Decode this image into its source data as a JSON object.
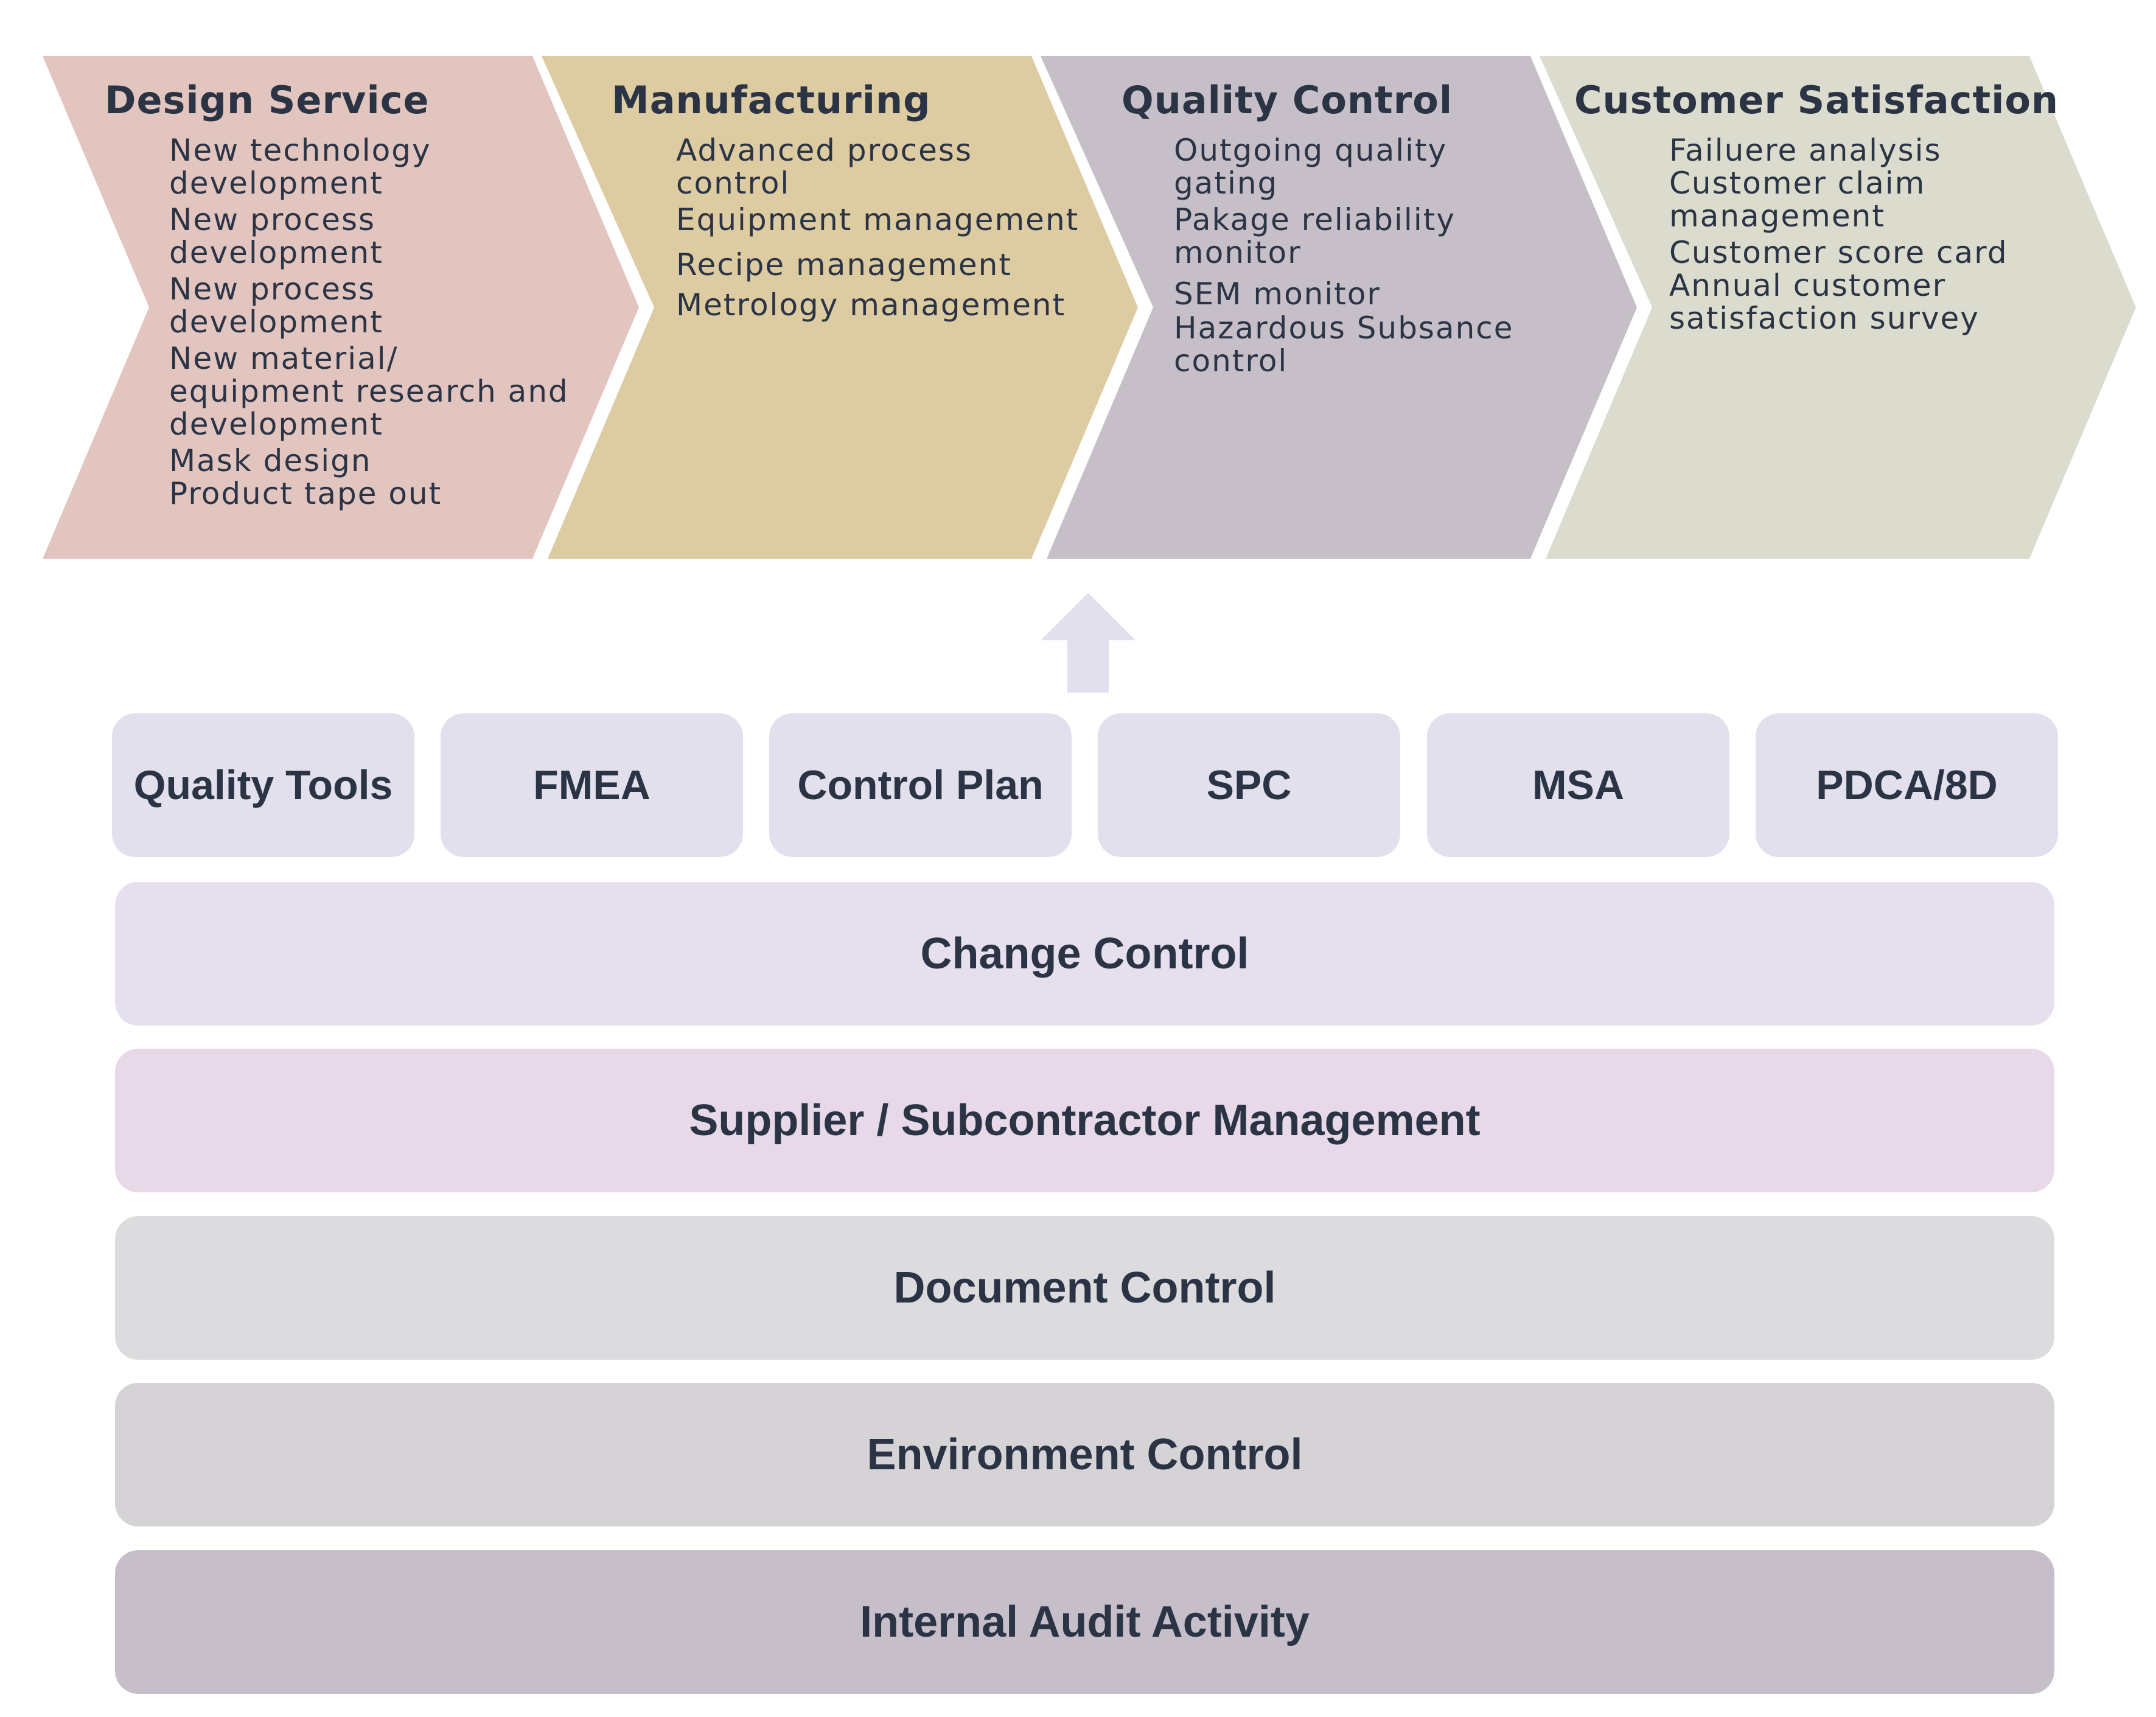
{
  "stages": [
    {
      "title": "Design Service",
      "color": "#e3c5c0",
      "items": [
        "New technology\ndevelopment",
        "New process\ndevelopment",
        "New process\ndevelopment",
        "New material/\nequipment research and\ndevelopment",
        "Mask design",
        "Product tape out"
      ]
    },
    {
      "title": "Manufacturing",
      "color": "#ddcba2",
      "items": [
        "Advanced process\ncontrol",
        "Equipment management",
        "Recipe management",
        "Metrology management"
      ]
    },
    {
      "title": "Quality Control",
      "color": "#c6bfc8",
      "items": [
        "Outgoing quality\ngating",
        "Pakage reliability\nmonitor",
        "SEM monitor",
        "Hazardous Subsance\ncontrol"
      ]
    },
    {
      "title": "Customer Satisfaction",
      "color": "#dbdccd",
      "items": [
        "Failuere analysis",
        "Customer claim\nmanagement",
        "Customer score card",
        "Annual customer\nsatisfaction survey"
      ]
    }
  ],
  "arrow_color": "#e3e0ee",
  "tools": {
    "color": "#e3e0ee",
    "items": [
      "Quality Tools",
      "FMEA",
      "Control Plan",
      "SPC",
      "MSA",
      "PDCA/8D"
    ]
  },
  "bars": [
    {
      "label": "Change Control",
      "color": "#e6dfee"
    },
    {
      "label": "Supplier / Subcontractor Management",
      "color": "#e7d9e7"
    },
    {
      "label": "Document Control",
      "color": "#dcdbde"
    },
    {
      "label": "Environment Control",
      "color": "#d6d3d6"
    },
    {
      "label": "Internal Audit Activity",
      "color": "#c6bec8"
    }
  ]
}
